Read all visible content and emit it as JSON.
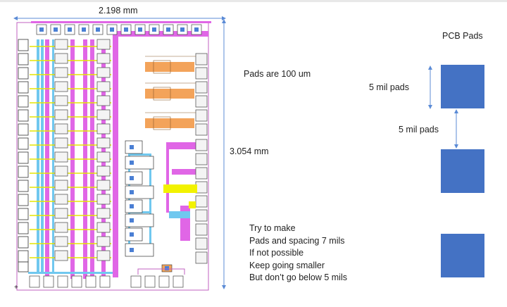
{
  "labels": {
    "width_dim": "2.198 mm",
    "height_dim": "3.054 mm",
    "pad_size_note": "Pads are 100 um",
    "pcb_title": "PCB Pads",
    "pad_dim": "5 mil pads",
    "spacing_dim": "5 mil pads",
    "plus": "+"
  },
  "notes": [
    "Try to make",
    "Pads and spacing 7 mils",
    "If not possible",
    "Keep going smaller",
    "But don’t go below 5 mils"
  ],
  "colors": {
    "pad_fill": "#4472c4",
    "magenta_trace": "#e066e6",
    "cyan_trace": "#70c8ef",
    "orange_block": "#f3a35a",
    "yellow_block": "#f2f200",
    "dim_line": "#5b8bd6"
  }
}
